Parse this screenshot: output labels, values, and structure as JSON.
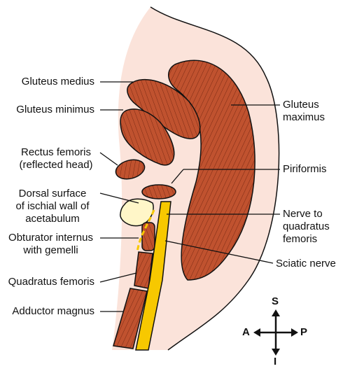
{
  "labels_left": {
    "gluteus_medius": "Gluteus medius",
    "gluteus_minimus": "Gluteus minimus",
    "rectus_femoris": [
      "Rectus femoris",
      "(reflected head)"
    ],
    "dorsal_surface": [
      "Dorsal surface",
      "of ischial wall of",
      "acetabulum"
    ],
    "obturator_internus": [
      "Obturator internus",
      "with gemelli"
    ],
    "quadratus_femoris": "Quadratus femoris",
    "adductor_magnus": "Adductor magnus"
  },
  "labels_right": {
    "gluteus_maximus": [
      "Gluteus",
      "maximus"
    ],
    "piriformis": "Piriformis",
    "nerve_to_qf": [
      "Nerve to",
      "quadratus",
      "femoris"
    ],
    "sciatic_nerve": "Sciatic nerve"
  },
  "orientation": {
    "superior": "S",
    "inferior": "I",
    "anterior": "A",
    "posterior": "P"
  },
  "colors": {
    "skin": "#fbe3da",
    "muscle": "#c0522f",
    "muscle_stripe": "#7a2a14",
    "nerve": "#f7c800",
    "bone": "#fff6c8",
    "outline": "#111111"
  }
}
